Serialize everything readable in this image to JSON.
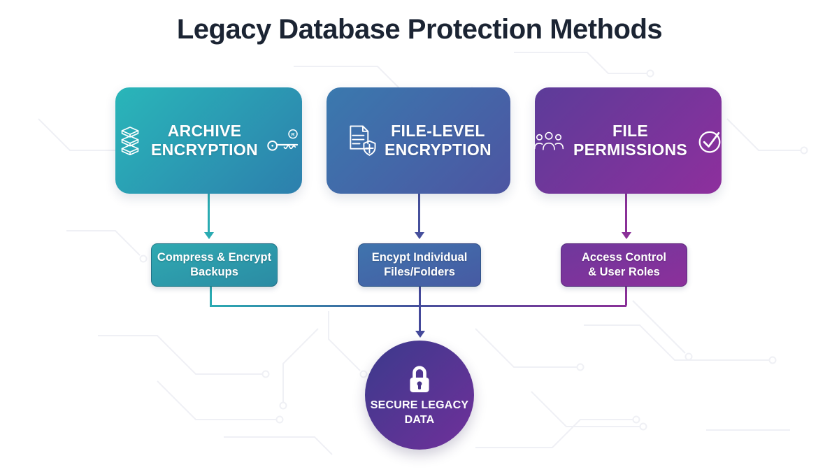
{
  "page": {
    "title": "Legacy Database Protection Methods",
    "title_color": "#1b2433",
    "background_color": "#ffffff"
  },
  "methods": [
    {
      "title": "ARCHIVE\nENCRYPTION",
      "sub_label": "Compress & Encrypt\nBackups",
      "icons": [
        "database-stack-icon",
        "key-icon"
      ],
      "gradient_from": "#29b6b9",
      "gradient_to": "#2d7fad",
      "sub_gradient_from": "#2fa9b1",
      "sub_gradient_to": "#2b8ba4",
      "arrow_color": "#2aabb2"
    },
    {
      "title": "FILE-LEVEL\nENCRYPTION",
      "sub_label": "Encypt Individual\nFiles/Folders",
      "icons": [
        "document-shield-icon"
      ],
      "gradient_from": "#3a79ae",
      "gradient_to": "#4d55a2",
      "sub_gradient_from": "#3f74ad",
      "sub_gradient_to": "#475aa3",
      "arrow_color": "#46509c"
    },
    {
      "title": "FILE\nPERMISSIONS",
      "sub_label": "Access Control\n& User Roles",
      "icons": [
        "users-icon",
        "check-circle-icon"
      ],
      "gradient_from": "#5c3c99",
      "gradient_to": "#8e2f9d",
      "sub_gradient_from": "#6f389c",
      "sub_gradient_to": "#8c309b",
      "arrow_color": "#8a3098"
    }
  ],
  "connector": {
    "left_color": "#2aabb2",
    "mid_color": "#46509c",
    "right_color": "#8a3098",
    "center_arrow_color": "#44499a"
  },
  "result": {
    "label": "SECURE LEGACY\nDATA",
    "icon": "lock-icon",
    "gradient_from": "#3b3a8c",
    "gradient_to": "#70309a",
    "keyhole_color": "#463288"
  }
}
